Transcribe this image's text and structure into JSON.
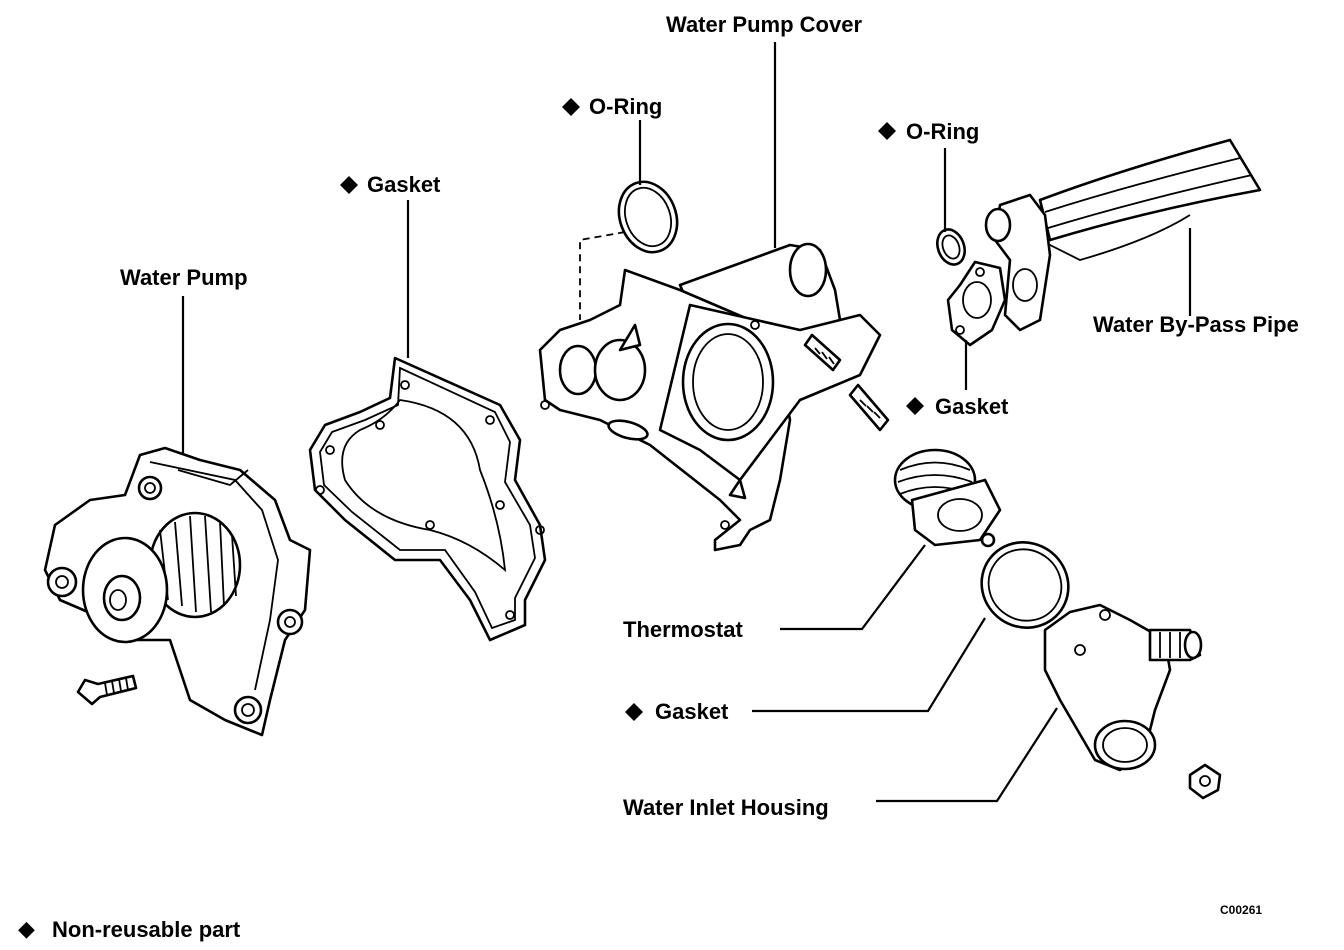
{
  "labels": {
    "water_pump_cover": "Water Pump Cover",
    "o_ring_left": "O-Ring",
    "o_ring_right": "O-Ring",
    "gasket_main": "Gasket",
    "water_pump": "Water Pump",
    "water_bypass_pipe": "Water By-Pass Pipe",
    "gasket_bypass": "Gasket",
    "thermostat": "Thermostat",
    "gasket_inlet": "Gasket",
    "water_inlet_housing": "Water Inlet Housing"
  },
  "legend": {
    "symbol": "◆",
    "text": "Non-reusable part"
  },
  "figure_code": "C00261"
}
